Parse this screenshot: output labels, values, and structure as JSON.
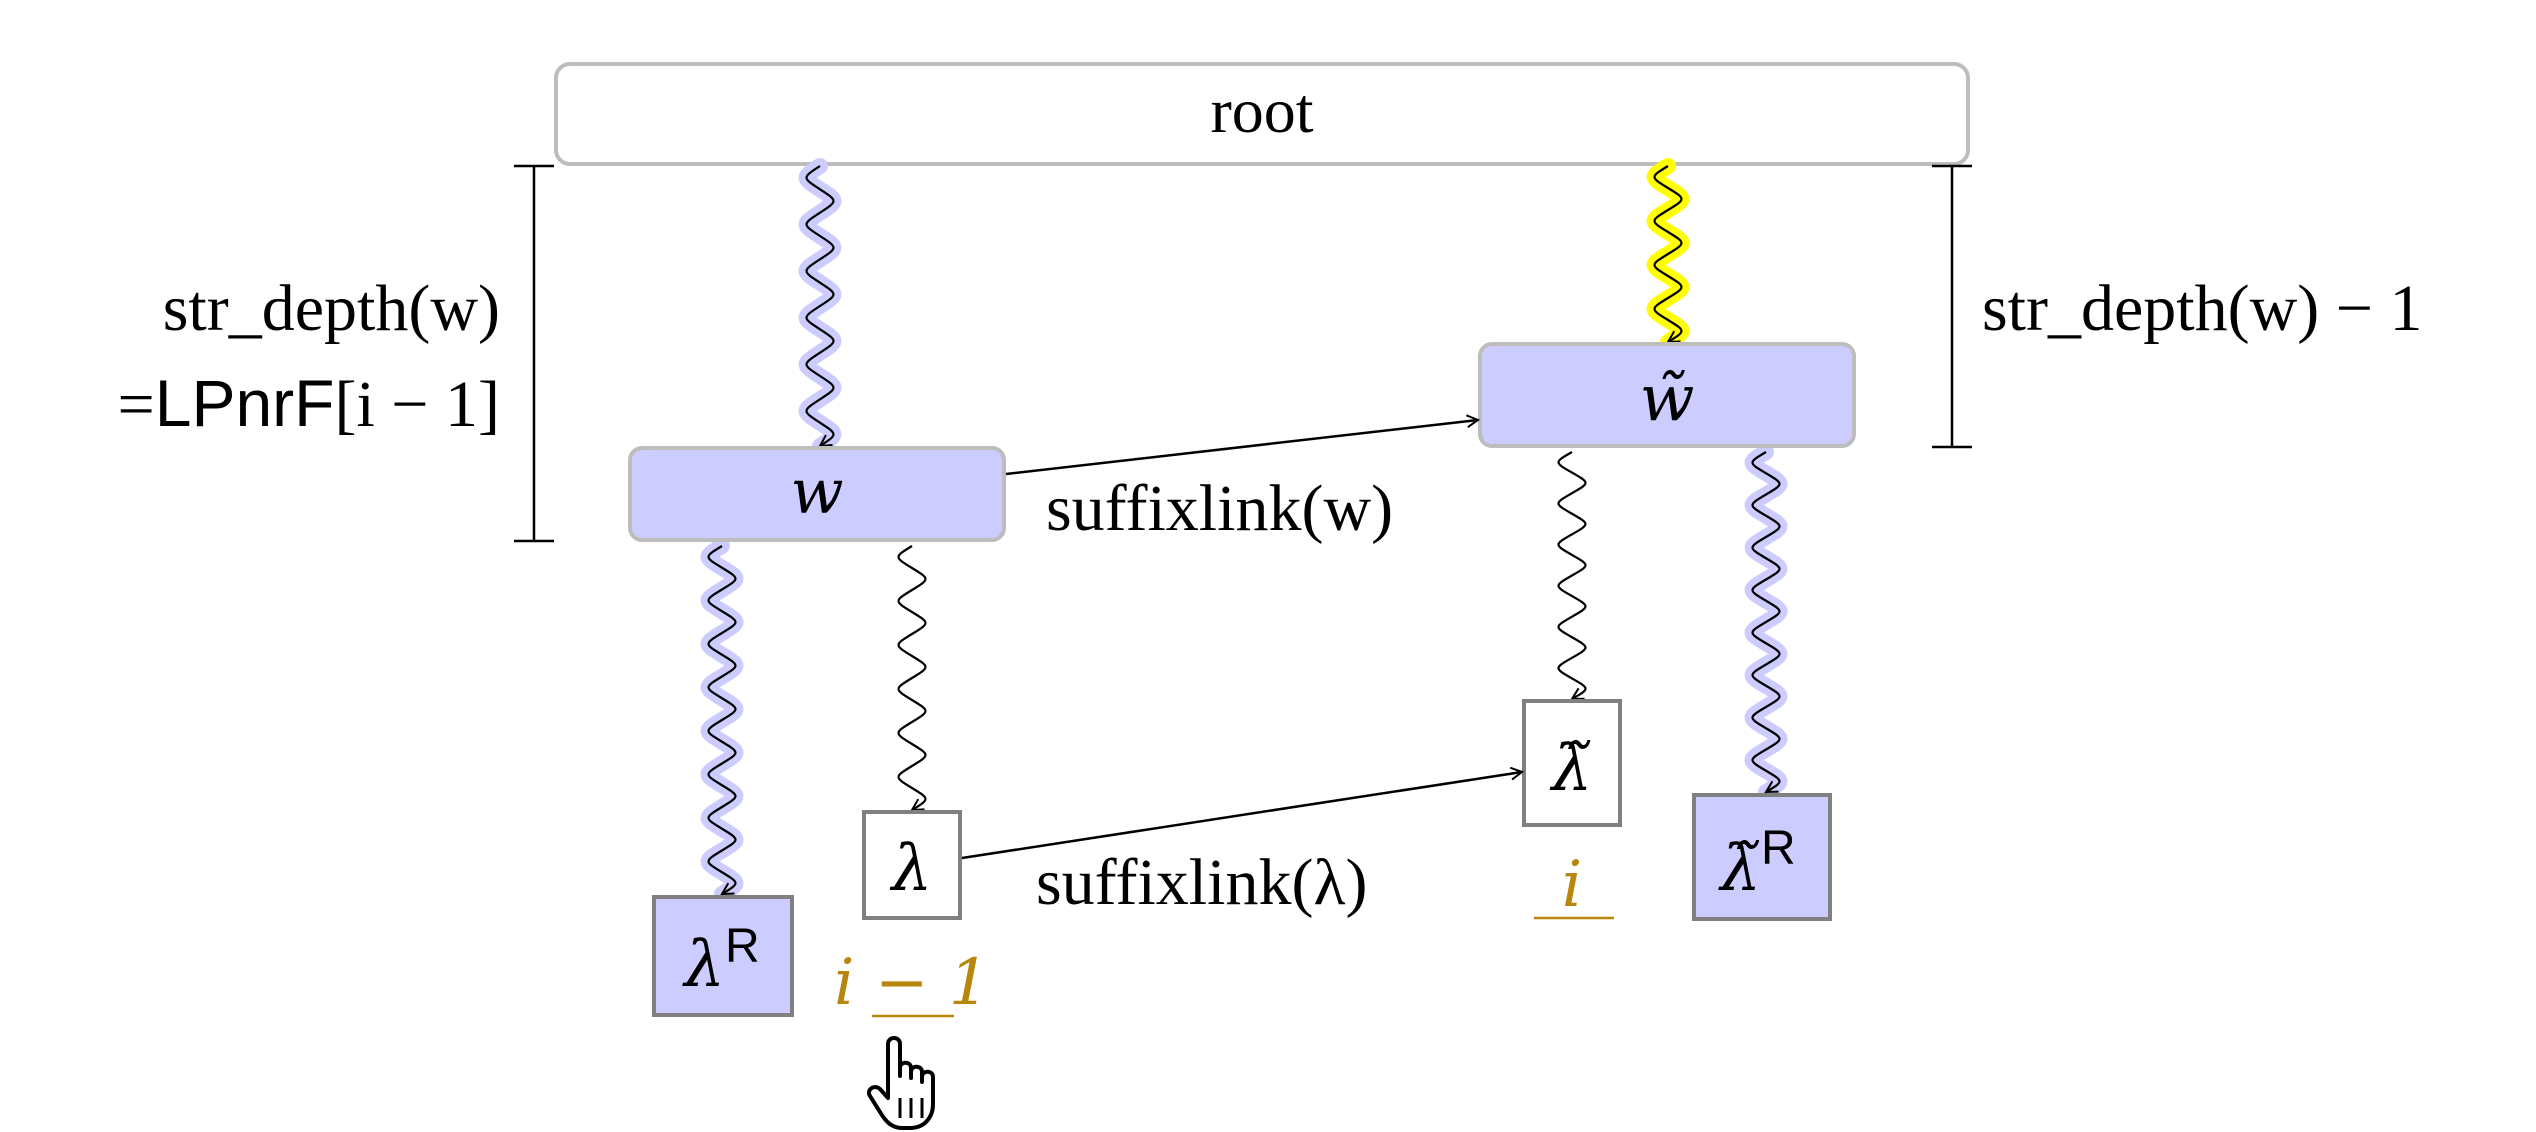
{
  "nodes": {
    "root": {
      "label": "root"
    },
    "w": {
      "label": "w"
    },
    "w_tilde": {
      "label": "w̃"
    },
    "lambda": {
      "label": "λ"
    },
    "lambda_tilde": {
      "label": "λ̃"
    },
    "lambda_r": {
      "base": "λ",
      "sup": "R"
    },
    "lambda_tilde_r": {
      "base": "λ̃",
      "sup": "R"
    }
  },
  "labels": {
    "left_depth_line1": "str_depth(w)",
    "left_depth_eq": "=",
    "left_depth_lpnrf": "LPnrF",
    "left_depth_index": "[i − 1]",
    "right_depth": "str_depth(w) − 1",
    "suffixlink_w": "suffixlink(w)",
    "suffixlink_lambda": "suffixlink(λ)",
    "annotation_i_minus_1": "i − 1",
    "annotation_i": "i"
  },
  "colors": {
    "highlight_fill": "#ccccff",
    "node_border": "#bdbdbd",
    "leaf_border": "#808080",
    "yellow_highlight": "#ffff00",
    "annotation_gold": "#b8860b",
    "text": "#000000"
  },
  "icons": {
    "cursor": "hand-pointer-icon"
  }
}
